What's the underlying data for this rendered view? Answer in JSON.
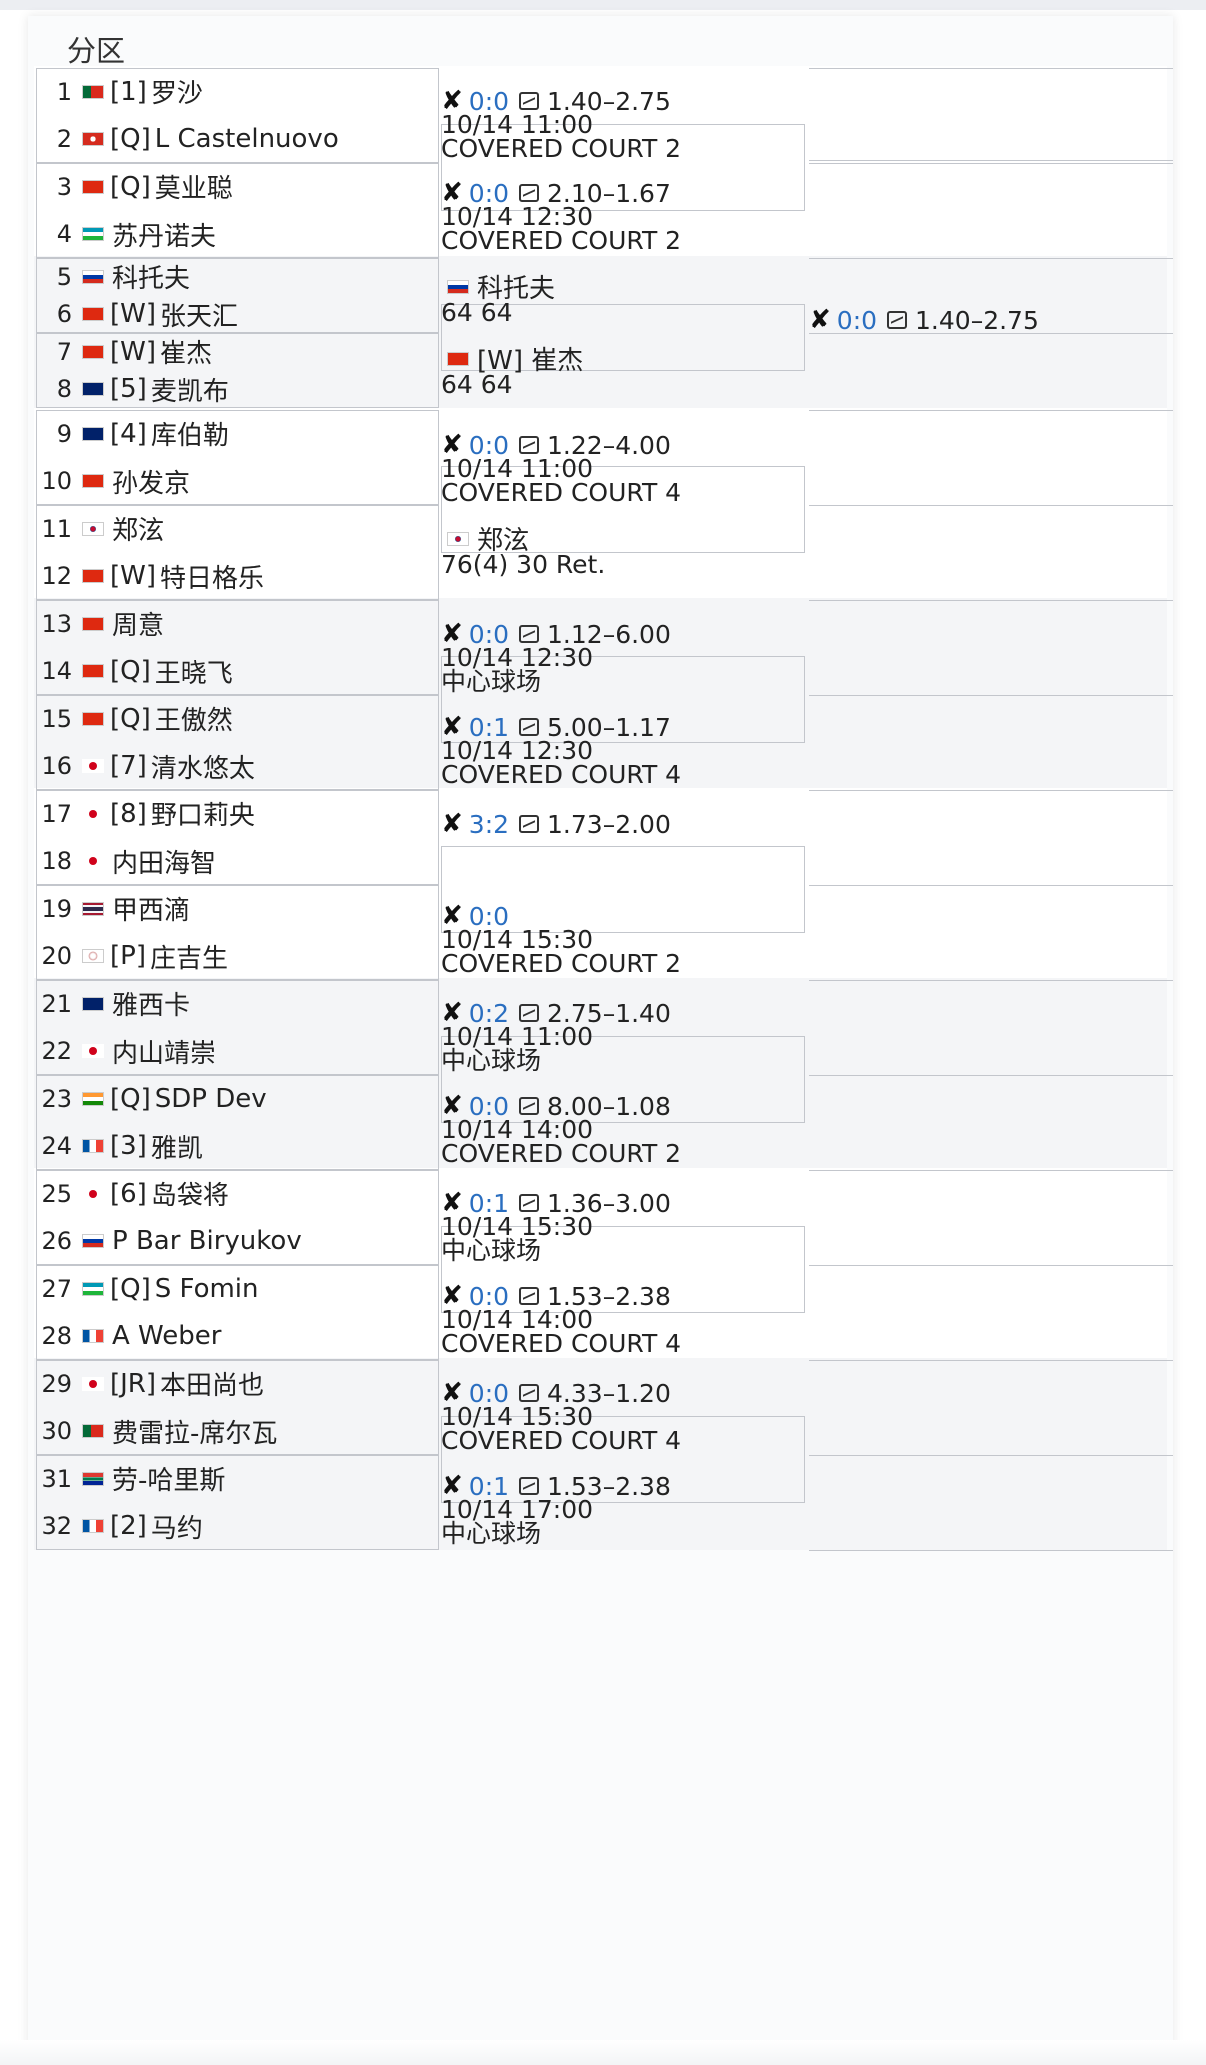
{
  "section_title": "分区",
  "players": [
    {
      "num": "1",
      "flag": "pt",
      "seed": "[1]",
      "name": "罗沙"
    },
    {
      "num": "2",
      "flag": "ch",
      "seed": "[Q]",
      "name": "L Castelnuovo"
    },
    {
      "num": "3",
      "flag": "cn",
      "seed": "[Q]",
      "name": "莫业聪"
    },
    {
      "num": "4",
      "flag": "uz",
      "seed": "",
      "name": "苏丹诺夫"
    },
    {
      "num": "5",
      "flag": "ru",
      "seed": "",
      "name": "科托夫"
    },
    {
      "num": "6",
      "flag": "cn",
      "seed": "[W]",
      "name": "张天汇"
    },
    {
      "num": "7",
      "flag": "cn",
      "seed": "[W]",
      "name": "崔杰"
    },
    {
      "num": "8",
      "flag": "au",
      "seed": "[5]",
      "name": "麦凯布"
    },
    {
      "num": "9",
      "flag": "au",
      "seed": "[4]",
      "name": "库伯勒"
    },
    {
      "num": "10",
      "flag": "cn",
      "seed": "",
      "name": "孙发京"
    },
    {
      "num": "11",
      "flag": "kr",
      "seed": "",
      "name": "郑泫"
    },
    {
      "num": "12",
      "flag": "cn",
      "seed": "[W]",
      "name": "特日格乐"
    },
    {
      "num": "13",
      "flag": "cn",
      "seed": "",
      "name": "周意"
    },
    {
      "num": "14",
      "flag": "cn",
      "seed": "[Q]",
      "name": "王晓飞"
    },
    {
      "num": "15",
      "flag": "cn",
      "seed": "[Q]",
      "name": "王傲然"
    },
    {
      "num": "16",
      "flag": "jp",
      "seed": "[7]",
      "name": "清水悠太"
    },
    {
      "num": "17",
      "flag": "jp",
      "seed": "[8]",
      "name": "野口莉央"
    },
    {
      "num": "18",
      "flag": "jp",
      "seed": "",
      "name": "内田海智"
    },
    {
      "num": "19",
      "flag": "th",
      "seed": "",
      "name": "甲西滴"
    },
    {
      "num": "20",
      "flag": "tw",
      "seed": "[P]",
      "name": "庄吉生"
    },
    {
      "num": "21",
      "flag": "au",
      "seed": "",
      "name": "雅西卡"
    },
    {
      "num": "22",
      "flag": "jp",
      "seed": "",
      "name": "内山靖崇"
    },
    {
      "num": "23",
      "flag": "in",
      "seed": "[Q]",
      "name": "SDP Dev"
    },
    {
      "num": "24",
      "flag": "fr",
      "seed": "[3]",
      "name": "雅凯"
    },
    {
      "num": "25",
      "flag": "jp",
      "seed": "[6]",
      "name": "岛袋将"
    },
    {
      "num": "26",
      "flag": "ru",
      "seed": "",
      "name": "P Bar Biryukov"
    },
    {
      "num": "27",
      "flag": "uz",
      "seed": "[Q]",
      "name": "S Fomin"
    },
    {
      "num": "28",
      "flag": "fr",
      "seed": "",
      "name": "A Weber"
    },
    {
      "num": "29",
      "flag": "jp",
      "seed": "[JR]",
      "name": "本田尚也"
    },
    {
      "num": "30",
      "flag": "pt",
      "seed": "",
      "name": "费雷拉-席尔瓦"
    },
    {
      "num": "31",
      "flag": "za",
      "seed": "",
      "name": "劳-哈里斯"
    },
    {
      "num": "32",
      "flag": "fr",
      "seed": "[2]",
      "name": "马约"
    }
  ],
  "matches": [
    {
      "score": "0:0",
      "odds": "1.40–2.75",
      "time": "10/14 11:00",
      "court": "COVERED COURT 2"
    },
    {
      "score": "0:0",
      "odds": "2.10–1.67",
      "time": "10/14 12:30",
      "court": "COVERED COURT 2"
    },
    {
      "winner_flag": "ru",
      "winner": "科托夫",
      "result": "64 64"
    },
    {
      "winner_flag": "cn",
      "winner": "[W] 崔杰",
      "result": "64 64"
    },
    {
      "score": "0:0",
      "odds": "1.22–4.00",
      "time": "10/14 11:00",
      "court": "COVERED COURT 4"
    },
    {
      "winner_flag": "kr",
      "winner": "郑泫",
      "result": "76(4) 30 Ret."
    },
    {
      "score": "0:0",
      "odds": "1.12–6.00",
      "time": "10/14 12:30",
      "court": "中心球场"
    },
    {
      "score": "0:1",
      "odds": "5.00–1.17",
      "time": "10/14 12:30",
      "court": "COVERED COURT 4"
    },
    {
      "score": "3:2",
      "odds": "1.73–2.00",
      "time": "",
      "court": ""
    },
    {
      "score": "0:0",
      "odds": "",
      "time": "10/14 15:30",
      "court": "COVERED COURT 2"
    },
    {
      "score": "0:2",
      "odds": "2.75–1.40",
      "time": "10/14 11:00",
      "court": "中心球场"
    },
    {
      "score": "0:0",
      "odds": "8.00–1.08",
      "time": "10/14 14:00",
      "court": "COVERED COURT 2"
    },
    {
      "score": "0:1",
      "odds": "1.36–3.00",
      "time": "10/14 15:30",
      "court": "中心球场"
    },
    {
      "score": "0:0",
      "odds": "1.53–2.38",
      "time": "10/14 14:00",
      "court": "COVERED COURT 4"
    },
    {
      "score": "0:0",
      "odds": "4.33–1.20",
      "time": "10/14 15:30",
      "court": "COVERED COURT 4"
    },
    {
      "score": "0:1",
      "odds": "1.53–2.38",
      "time": "10/14 17:00",
      "court": "中心球场"
    }
  ],
  "round2": [
    {
      "score": "0:0",
      "odds": "1.40–2.75"
    }
  ],
  "icons": {
    "match_icon": "tennis-cross-icon",
    "odds_icon": "trend-chart-icon"
  },
  "colors": {
    "score": "#2a6ec0",
    "border": "#c3c6cc",
    "band_alt": "#f4f5f7"
  }
}
